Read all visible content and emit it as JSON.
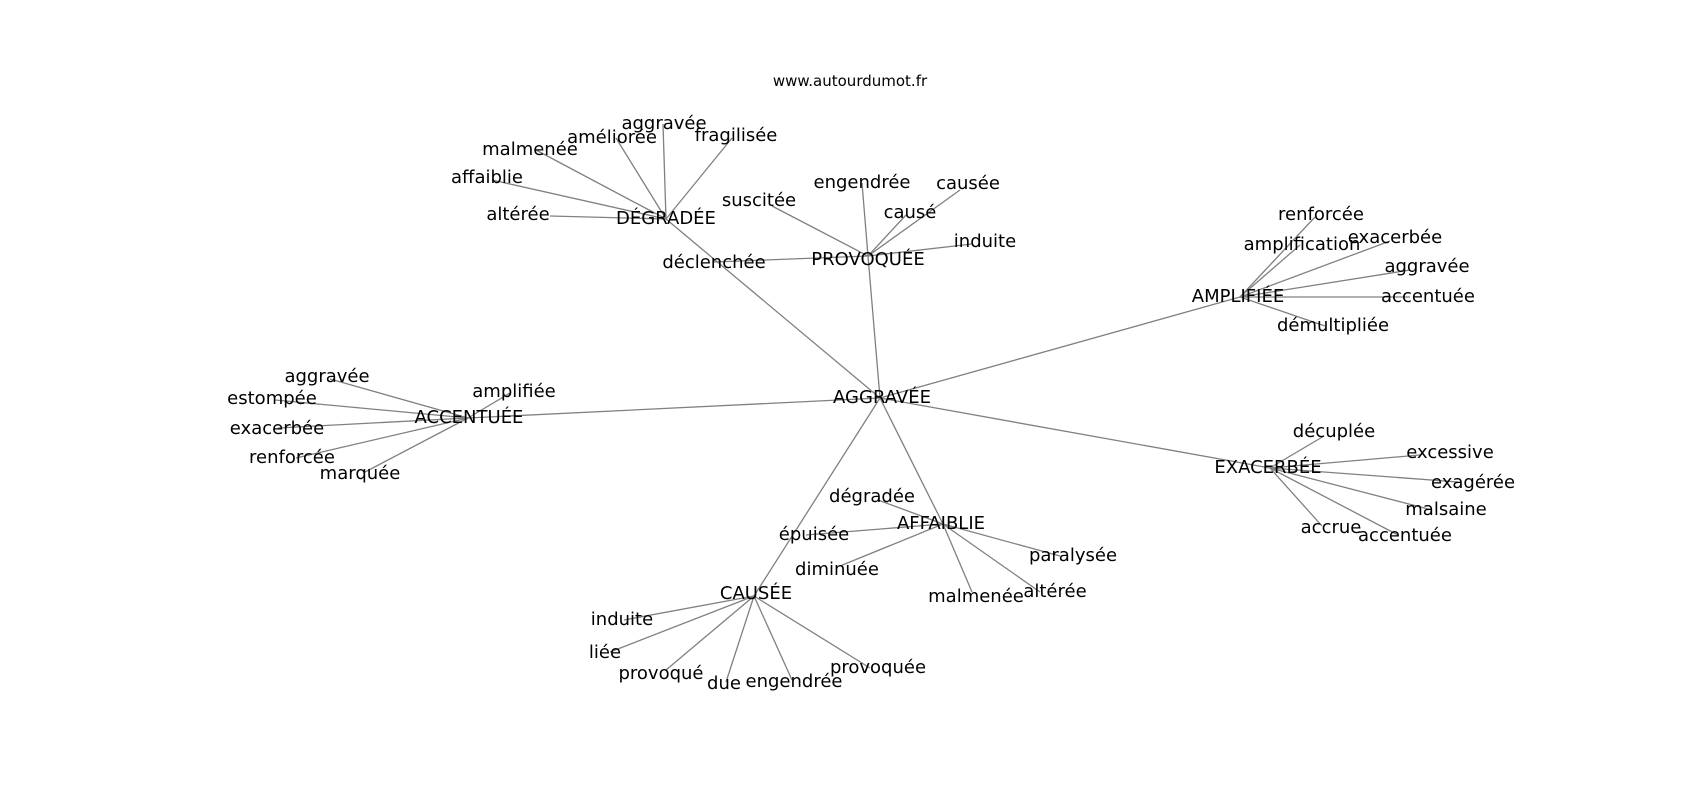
{
  "header": {
    "site": "www.autourdumot.fr"
  },
  "colors": {
    "edge": "#808080",
    "text": "#000000",
    "background": "#ffffff"
  },
  "graph": {
    "root": "AGGRAVÉE",
    "clusters": [
      {
        "hub": "DÉGRADÉE",
        "leaves": [
          "aggravée",
          "améliorée",
          "malmenée",
          "fragilisée",
          "affaiblie",
          "altérée"
        ]
      },
      {
        "hub": "PROVOQUÉE",
        "leaves": [
          "engendrée",
          "causée",
          "suscitée",
          "causé",
          "induite",
          "déclenchée"
        ]
      },
      {
        "hub": "AMPLIFIÉE",
        "leaves": [
          "renforcée",
          "exacerbée",
          "amplification",
          "aggravée",
          "accentuée",
          "démultipliée"
        ]
      },
      {
        "hub": "ACCENTUÉE",
        "leaves": [
          "aggravée",
          "amplifiée",
          "estompée",
          "exacerbée",
          "renforcée",
          "marquée"
        ]
      },
      {
        "hub": "EXACERBÉE",
        "leaves": [
          "décuplée",
          "excessive",
          "exagérée",
          "malsaine",
          "accrue",
          "accentuée"
        ]
      },
      {
        "hub": "AFFAIBLIE",
        "leaves": [
          "dégradée",
          "épuisée",
          "paralysée",
          "diminuée",
          "altérée",
          "malmenée"
        ]
      },
      {
        "hub": "CAUSÉE",
        "leaves": [
          "induite",
          "liée",
          "provoqué",
          "due",
          "engendrée",
          "provoquée"
        ]
      }
    ]
  }
}
